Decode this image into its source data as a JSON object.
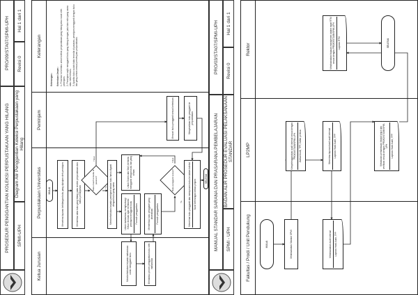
{
  "page1": {
    "title": "PROSEDUR PENGGANTIAN KOLEKSI PERPUSTAKAAN YANG HILANG",
    "code": "PRO/09/STA07/SPMI-UPH",
    "org": "SPMI-UPH",
    "subtitle": "Diagram Alir Penggantian Koleksi Perpustakaan yang Hilang",
    "revision": "Revisi 0",
    "page": "Hal 1 dari 1",
    "lanes": [
      "Ketua Jurusan",
      "Perpustakaan Universitas",
      "Peminjam",
      "Keterangan"
    ],
    "start": "MULAI",
    "end": "SELESAI",
    "yes": "Ya",
    "no": "Tidak",
    "boxes": {
      "b1": "Menerima laporan kehilangan buku yang dipinjam oleh peminjam",
      "b2": "Memeriksa data buku yang hilang pada sistem perpustakaan dan status peminjaman",
      "d1": "Buku masih tersedia di pasaran?",
      "b3": "Memberitahukan kepada peminjam bahwa buku harus diganti dengan buku yang sama",
      "b4": "Untuk mahasiswa, menghubungi Ketua Jurusan agar membantu peminjam mengganti buku",
      "b4s": "Formulir penggantian",
      "b5": "Untuk Dosen dan Staf, meminta mengganti dengan buku lain yang setara",
      "b6": "Memeriksa buku pengganti yang diserahkan",
      "b6s": "Formulir penggantian",
      "d2": "Buku pengganti sesuai?",
      "b7": "Menerima buku pengganti dan memproses buku ke dalam koleksi",
      "b7s": "Surat keterangan bebas pinjam",
      "k1": "Memberitahukan kepada mahasiswa untuk mengganti buku",
      "k2": "Memantau proses penggantian buku oleh mahasiswa",
      "m1": "Mencari buku pengganti sesuai ketentuan",
      "m2": "Menyerahkan buku pengganti ke perpustakaan"
    },
    "notes": {
      "heading1": "Keterangan :",
      "heading2": "Ketentuan Umum :",
      "items": [
        "1. Prosedur ini berlaku untuk koleksi perpustakaan yang hilang atau rusak oleh peminjam.",
        "2. Peminjam wajib mengganti buku yang hilang dengan judul dan edisi yang sama atau edisi terbaru.",
        "3. Apabila buku sudah tidak tersedia di pasaran, peminjam mengganti dengan buku lain yang setara sesuai persetujuan perpustakaan."
      ]
    }
  },
  "page2": {
    "title": "MANUAL STANDAR SARANA DAN PRASARANA PEMBELAJARAN",
    "code": "PRO/03/STA07/SPMI-UPH",
    "org": "SPMI - UPH",
    "subtitle": "BAGAN ALIR PROSEDUR EVALUASI PELAKSANAAN STANDAR",
    "revision": "Revisi 0",
    "page": "Hal 1 dari 1",
    "lanes": [
      "Fakultas / Prodi / Unit Pendukung",
      "LP2MP",
      "Rektor"
    ],
    "start": "MULAI",
    "end": "SELESAI",
    "boxes": {
      "f1": "Melaksanakan Standar SPMI",
      "f2": "Melaksanakan audit internal",
      "f2s": "Laporan Hasil Audit, TPP",
      "l1": "Menyelenggarakan audit internal sesuai dengan PRO/01/STA06/SPMI-UPH",
      "l1s": "Jadwal Audit, TPP, Daftar periksa",
      "l2": "Menerima laporan hasil audit internal",
      "l2s": "Laporan Hasil Audit, TPP",
      "l3": "Melakukan pemantauan tindak lanjut dan verifikasi sesuai dengan PRO/02/STA06/SPMI-UPH",
      "l3s": "Laporan Hasil Audit, TPP",
      "r1": "Melaksanakan tinjauan manajemen dalam rapat RTM sesuai dengan PRO/03/STA06/SPMI-UPH",
      "r1s": "Laporan RTM"
    }
  }
}
